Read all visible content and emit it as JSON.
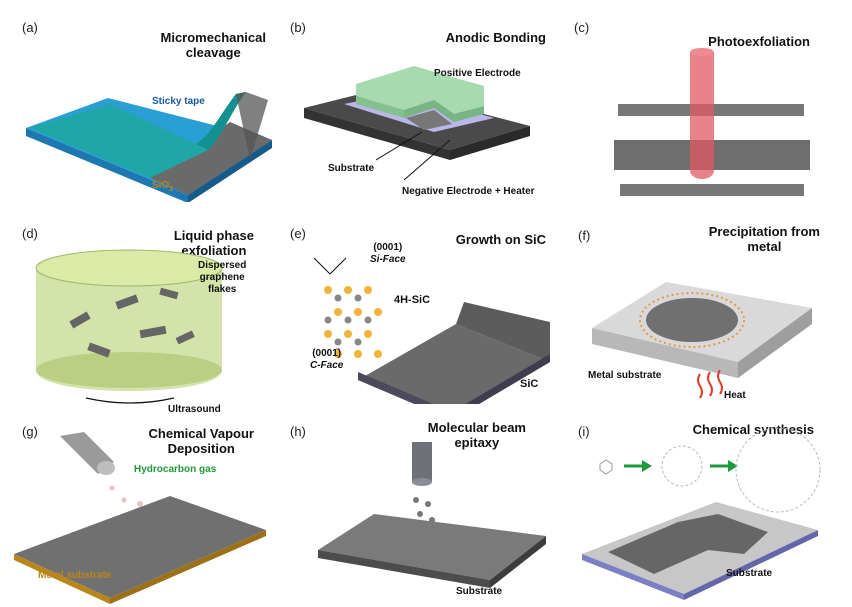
{
  "panels": [
    {
      "letter": "(a)",
      "title": [
        "Micromechanical",
        "cleavage"
      ],
      "labels": {
        "tape": "Sticky tape",
        "sio2": "SiO",
        "sub": "2"
      }
    },
    {
      "letter": "(b)",
      "title": [
        "Anodic Bonding"
      ],
      "labels": {
        "pos": "Positive Electrode",
        "substrate": "Substrate",
        "neg": "Negative Electrode + Heater"
      }
    },
    {
      "letter": "(c)",
      "title": [
        "Photoexfoliation"
      ],
      "labels": {}
    },
    {
      "letter": "(d)",
      "title": [
        "Liquid phase",
        "exfoliation"
      ],
      "labels": {
        "flakes1": "Dispersed",
        "flakes2": "graphene",
        "flakes3": "flakes",
        "ultra": "Ultrasound"
      }
    },
    {
      "letter": "(e)",
      "title": [
        "Growth on SiC"
      ],
      "labels": {
        "si1": "(0001)",
        "si2": "Si-Face",
        "c1": "(0001̄)",
        "c2": "C-Face",
        "poly": "4H-SiC",
        "sic": "SiC"
      }
    },
    {
      "letter": "(f)",
      "title": [
        "Precipitation from",
        "metal"
      ],
      "labels": {
        "metal": "Metal substrate",
        "heat": "Heat"
      }
    },
    {
      "letter": "(g)",
      "title": [
        "Chemical Vapour",
        "Deposition"
      ],
      "labels": {
        "gas": "Hydrocarbon gas",
        "metal": "Metal substrate"
      }
    },
    {
      "letter": "(h)",
      "title": [
        "Molecular beam",
        "epitaxy"
      ],
      "labels": {
        "substrate": "Substrate"
      }
    },
    {
      "letter": "(i)",
      "title": [
        "Chemical synthesis"
      ],
      "labels": {
        "substrate": "Substrate"
      }
    }
  ],
  "colors": {
    "tape": "#1fa6a6",
    "tape_side": "#176f98",
    "electrode": "#a8dab0",
    "laser": "#e05a62",
    "liquid": "#c9dc95",
    "arrow_green": "#1f9a3a",
    "heat": "#e23a2a",
    "metal_edge": "#b8861b",
    "substrate_blue": "#7b7fc4"
  }
}
